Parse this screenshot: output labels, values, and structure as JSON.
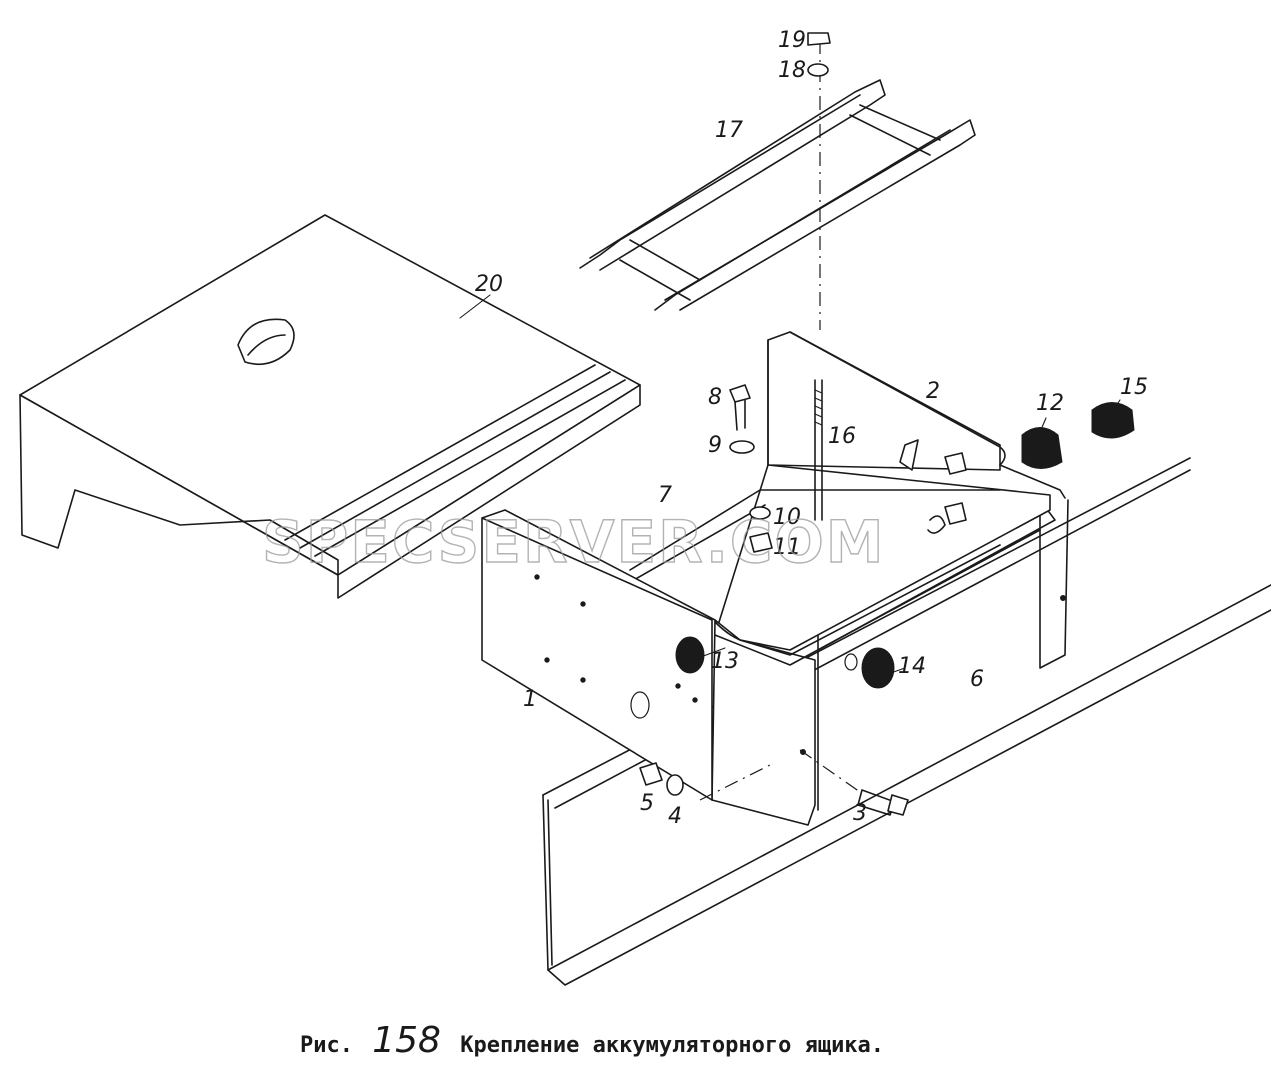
{
  "figure": {
    "caption_prefix": "Рис.",
    "number": "158",
    "title": "Крепление аккумуляторного ящика."
  },
  "watermark": "SPECSERVER.COM",
  "callouts": [
    "1",
    "2",
    "3",
    "4",
    "5",
    "6",
    "7",
    "8",
    "9",
    "10",
    "11",
    "12",
    "13",
    "14",
    "15",
    "16",
    "17",
    "18",
    "19",
    "20"
  ]
}
